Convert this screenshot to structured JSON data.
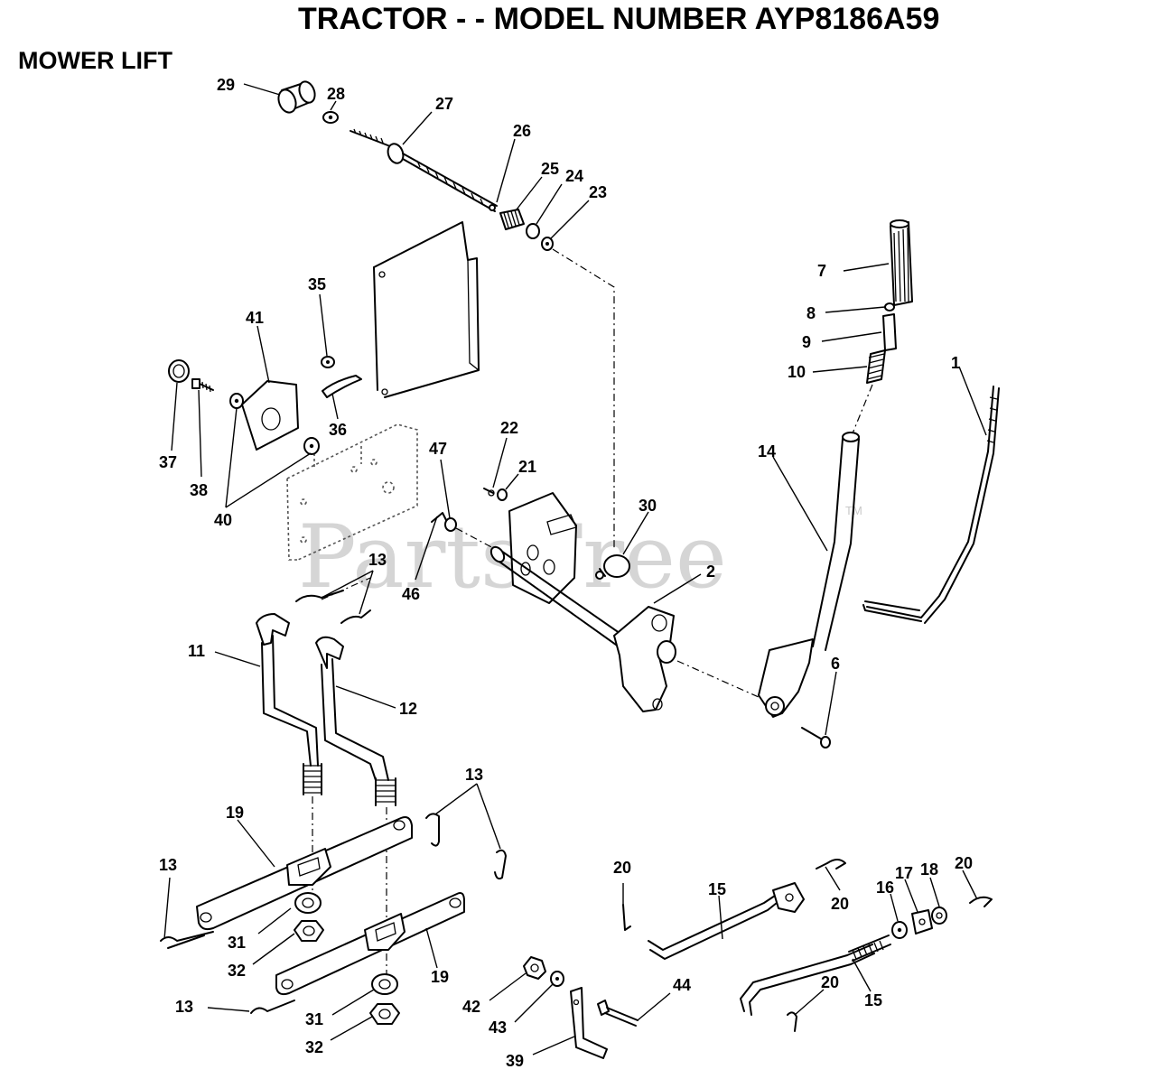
{
  "header": {
    "title": "TRACTOR - - MODEL NUMBER AYP8186A59",
    "section": "MOWER LIFT"
  },
  "watermark": {
    "text": "PartsTree",
    "tm": "TM"
  },
  "callouts": [
    {
      "key": "29",
      "label": "29"
    },
    {
      "key": "28",
      "label": "28"
    },
    {
      "key": "27",
      "label": "27"
    },
    {
      "key": "26",
      "label": "26"
    },
    {
      "key": "25",
      "label": "25"
    },
    {
      "key": "24",
      "label": "24"
    },
    {
      "key": "23",
      "label": "23"
    },
    {
      "key": "35",
      "label": "35"
    },
    {
      "key": "41",
      "label": "41"
    },
    {
      "key": "37",
      "label": "37"
    },
    {
      "key": "38",
      "label": "38"
    },
    {
      "key": "40",
      "label": "40"
    },
    {
      "key": "36",
      "label": "36"
    },
    {
      "key": "22",
      "label": "22"
    },
    {
      "key": "21",
      "label": "21"
    },
    {
      "key": "47",
      "label": "47"
    },
    {
      "key": "30",
      "label": "30"
    },
    {
      "key": "46",
      "label": "46"
    },
    {
      "key": "13a",
      "label": "13"
    },
    {
      "key": "2",
      "label": "2"
    },
    {
      "key": "11",
      "label": "11"
    },
    {
      "key": "12",
      "label": "12"
    },
    {
      "key": "7",
      "label": "7"
    },
    {
      "key": "8",
      "label": "8"
    },
    {
      "key": "9",
      "label": "9"
    },
    {
      "key": "10",
      "label": "10"
    },
    {
      "key": "1",
      "label": "1"
    },
    {
      "key": "14",
      "label": "14"
    },
    {
      "key": "6",
      "label": "6"
    },
    {
      "key": "19a",
      "label": "19"
    },
    {
      "key": "13b",
      "label": "13"
    },
    {
      "key": "13c",
      "label": "13"
    },
    {
      "key": "31a",
      "label": "31"
    },
    {
      "key": "32a",
      "label": "32"
    },
    {
      "key": "19b",
      "label": "19"
    },
    {
      "key": "13d",
      "label": "13"
    },
    {
      "key": "31b",
      "label": "31"
    },
    {
      "key": "32b",
      "label": "32"
    },
    {
      "key": "42",
      "label": "42"
    },
    {
      "key": "43",
      "label": "43"
    },
    {
      "key": "44",
      "label": "44"
    },
    {
      "key": "39",
      "label": "39"
    },
    {
      "key": "20a",
      "label": "20"
    },
    {
      "key": "15a",
      "label": "15"
    },
    {
      "key": "20b",
      "label": "20"
    },
    {
      "key": "16",
      "label": "16"
    },
    {
      "key": "17",
      "label": "17"
    },
    {
      "key": "18",
      "label": "18"
    },
    {
      "key": "20c",
      "label": "20"
    },
    {
      "key": "15b",
      "label": "15"
    },
    {
      "key": "20d",
      "label": "20"
    }
  ]
}
